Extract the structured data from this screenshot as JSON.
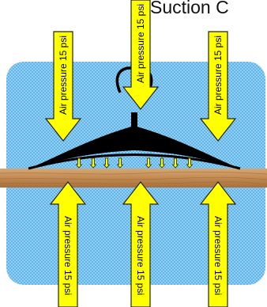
{
  "title": "Suction C",
  "arrows": {
    "top": [
      "Air pressure 15 psi",
      "Air pressure 15 psi",
      "Air pressure 15 psi"
    ],
    "bottom": [
      "Air pressure 15 psi",
      "Air pressure 15 psi",
      "Air pressure 15 psi"
    ]
  },
  "colors": {
    "air": "#5fb6ea",
    "arrow_fill": "#ffff00",
    "arrow_stroke": "#222222",
    "cup": "#000000",
    "wood": "#c8935e"
  }
}
